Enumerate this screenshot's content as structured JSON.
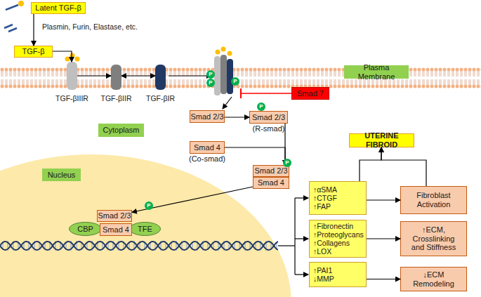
{
  "diagram": {
    "nodes": [
      {
        "text": [
          "Latent TGF-β"
        ]
      },
      {
        "text": [
          "TGF-β"
        ]
      },
      {
        "text": [
          "TGF-βIIIR"
        ]
      },
      {
        "text": [
          "TGF-βIIR"
        ]
      },
      {
        "text": [
          "TGF-βIR"
        ]
      },
      {
        "text": [
          "Plasma Membrane"
        ]
      },
      {
        "text": [
          "Smad 7"
        ]
      },
      {
        "text": [
          "Smad 2/3"
        ]
      },
      {
        "text": [
          "Smad 2/3",
          "(R-smad)"
        ]
      },
      {
        "text": [
          "Cytoplasm"
        ]
      },
      {
        "text": [
          "UTERINE FIBROID"
        ]
      },
      {
        "text": [
          "Smad 4",
          "(Co-smad)"
        ]
      },
      {
        "text": [
          "Smad 2/3"
        ]
      },
      {
        "text": [
          "Smad 4"
        ]
      },
      {
        "text": [
          "Nucleus"
        ]
      },
      {
        "text": [
          "Smad 2/3"
        ]
      },
      {
        "text": [
          "CBP"
        ]
      },
      {
        "text": [
          "Smad 4"
        ]
      },
      {
        "text": [
          "TFE"
        ]
      },
      {
        "text": [
          "↑αSMA",
          "↑CTGF",
          "↑FAP"
        ]
      },
      {
        "text": [
          "Fibroblast Activation"
        ]
      },
      {
        "text": [
          "↑Fibronectin",
          "↑Proteoglycans",
          "↑Collagens",
          "↑LOX"
        ]
      },
      {
        "text": [
          "↑ECM, Crosslinking and Stiffness"
        ]
      },
      {
        "text": [
          "↑PAI1",
          "↓MMP"
        ]
      },
      {
        "text": [
          "↓ECM Remodeling"
        ]
      }
    ],
    "edges": [
      {
        "from": 0,
        "to": 1,
        "label": "Plasmin, Furin, Elastase, etc.",
        "arrow": "to"
      },
      {
        "from": 1,
        "to": 2,
        "arrow": "to"
      },
      {
        "from": 2,
        "to": 3,
        "arrow": "to"
      },
      {
        "from": 3,
        "to": 4,
        "arrow": "both"
      },
      {
        "from": 7,
        "to": 8,
        "arrow": "to"
      },
      {
        "from": 8,
        "to": 12,
        "arrow": "to"
      },
      {
        "from": 11,
        "to": 12,
        "arrow": "to"
      },
      {
        "from": 13,
        "to": 15,
        "arrow": "to"
      },
      {
        "from": 19,
        "to": 20,
        "arrow": "to"
      },
      {
        "from": 21,
        "to": 22,
        "arrow": "to"
      },
      {
        "from": 23,
        "to": 24,
        "arrow": "to"
      },
      {
        "from": 19,
        "to": 10,
        "arrow": "to"
      },
      {
        "from": 20,
        "to": 10,
        "arrow": "to"
      }
    ],
    "labels": [
      "P",
      "P",
      "P",
      "P",
      "P",
      "P"
    ]
  }
}
